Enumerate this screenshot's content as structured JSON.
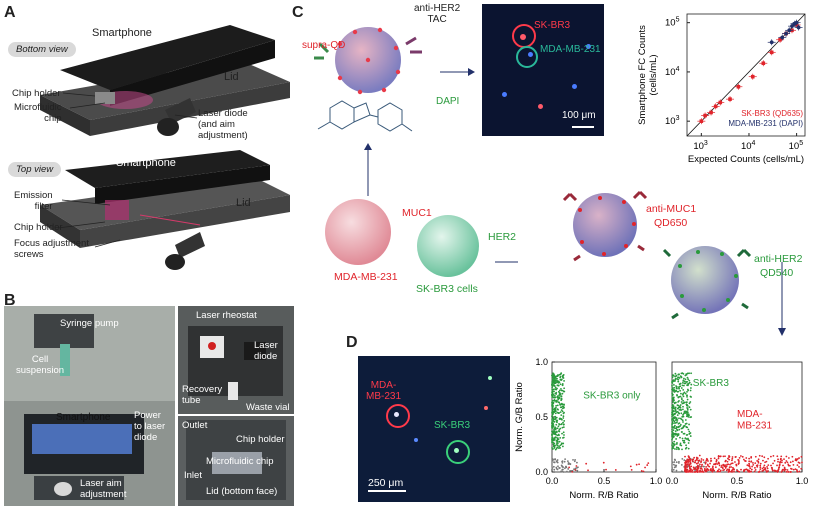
{
  "panels": {
    "a": "A",
    "b": "B",
    "c": "C",
    "d": "D"
  },
  "panel_a": {
    "bottom_view": {
      "pill": "Bottom view",
      "smartphone": "Smartphone",
      "lid": "Lid",
      "chip_holder": "Chip holder",
      "microfluidic_chip": "Microfluidic\nchip",
      "laser": "Laser diode\n(and aim\nadjustment)"
    },
    "top_view": {
      "pill": "Top view",
      "smartphone": "Smartphone",
      "lid": "Lid",
      "emission_filter": "Emission\nfilter",
      "chip_holder": "Chip holder",
      "focus": "Focus adjustment\nscrews"
    }
  },
  "panel_b": {
    "syringe_pump": "Syringe pump",
    "cell_suspension": "Cell\nsuspension",
    "smartphone": "Smartphone",
    "power": "Power\nto laser\ndiode",
    "laser_aim": "Laser aim\nadjustment",
    "laser_rheostat": "Laser rheostat",
    "laser_diode": "Laser\ndiode",
    "recovery_tube": "Recovery\ntube",
    "waste_vial": "Waste vial",
    "outlet": "Outlet",
    "chip_holder": "Chip holder",
    "microfluidic_chip": "Microfluidic chip",
    "inlet": "Inlet",
    "lid_bottom": "Lid (bottom face)"
  },
  "panel_c": {
    "tac": "anti-HER2\nTAC",
    "supra_qd": "supra-QD",
    "dapi": "DAPI",
    "micro_sk": "SK-BR3",
    "micro_mda": "MDA-MB-231",
    "scale": "100 μm",
    "muc1": "MUC1",
    "her2": "HER2",
    "mda_cells": "MDA-MB-231",
    "sk_cells": "SK-BR3 cells",
    "anti_muc1": "anti-MUC1",
    "qd650": "QD650",
    "anti_her2": "anti-HER2",
    "qd540": "QD540"
  },
  "panel_d": {
    "micro_mda": "MDA-\nMB-231",
    "micro_sk": "SK-BR3",
    "scale": "250 μm"
  },
  "colors": {
    "red": "#e0242b",
    "green": "#2a9a3c",
    "navy": "#22306a",
    "micro_bg": "#0b1430"
  },
  "chart_data": [
    {
      "type": "scatter",
      "xlabel": "Expected Counts (cells/mL)",
      "ylabel": "Smartphone FC Counts\n(cells/mL)",
      "xscale": "log",
      "yscale": "log",
      "xlim": [
        500,
        150000
      ],
      "ylim": [
        500,
        150000
      ],
      "xticks": [
        "10^3",
        "10^4",
        "10^5"
      ],
      "yticks": [
        "10^3",
        "10^4",
        "10^5"
      ],
      "legend": {
        "placement": "bottom-right"
      },
      "series": [
        {
          "name": "SK-BR3 (QD635)",
          "color": "#e0242b",
          "points": [
            [
              1000,
              1000
            ],
            [
              1200,
              1300
            ],
            [
              1600,
              1500
            ],
            [
              2000,
              2000
            ],
            [
              2500,
              2400
            ],
            [
              4000,
              2800
            ],
            [
              6000,
              5000
            ],
            [
              12000,
              8000
            ],
            [
              20000,
              15000
            ],
            [
              30000,
              25000
            ],
            [
              45000,
              45000
            ],
            [
              60000,
              60000
            ],
            [
              80000,
              70000
            ],
            [
              100000,
              90000
            ]
          ]
        },
        {
          "name": "MDA-MB-231 (DAPI)",
          "color": "#22306a",
          "points": [
            [
              30000,
              40000
            ],
            [
              50000,
              50000
            ],
            [
              60000,
              60000
            ],
            [
              70000,
              70000
            ],
            [
              80000,
              85000
            ],
            [
              90000,
              95000
            ],
            [
              100000,
              100000
            ],
            [
              110000,
              80000
            ]
          ]
        }
      ]
    },
    {
      "type": "scatter",
      "xlabel": "Norm. R/B Ratio",
      "ylabel": "Norm. G/B Ratio",
      "xlim": [
        0,
        1.0
      ],
      "ylim": [
        0,
        1.0
      ],
      "xticks": [
        "0.0",
        "0.5",
        "1.0"
      ],
      "yticks": [
        "0.0",
        "0.5",
        "1.0"
      ],
      "annotation": "SK-BR3 only",
      "series": [
        {
          "name": "",
          "color": "#2a9a3c",
          "cluster": {
            "x": [
              0.0,
              0.12
            ],
            "y": [
              0.2,
              0.9
            ]
          }
        }
      ]
    },
    {
      "type": "scatter",
      "xlabel": "Norm. R/B Ratio",
      "ylabel": "",
      "xlim": [
        0,
        1.0
      ],
      "ylim": [
        0,
        1.0
      ],
      "xticks": [
        "0.0",
        "0.5",
        "1.0"
      ],
      "annotations": [
        "SK-BR3",
        "MDA-\nMB-231"
      ],
      "series": [
        {
          "name": "",
          "color": "#2a9a3c",
          "cluster": {
            "x": [
              0.0,
              0.15
            ],
            "y": [
              0.2,
              0.9
            ]
          }
        },
        {
          "name": "",
          "color": "#e0242b",
          "cluster": {
            "x": [
              0.1,
              1.0
            ],
            "y": [
              0.0,
              0.15
            ]
          }
        }
      ]
    }
  ]
}
